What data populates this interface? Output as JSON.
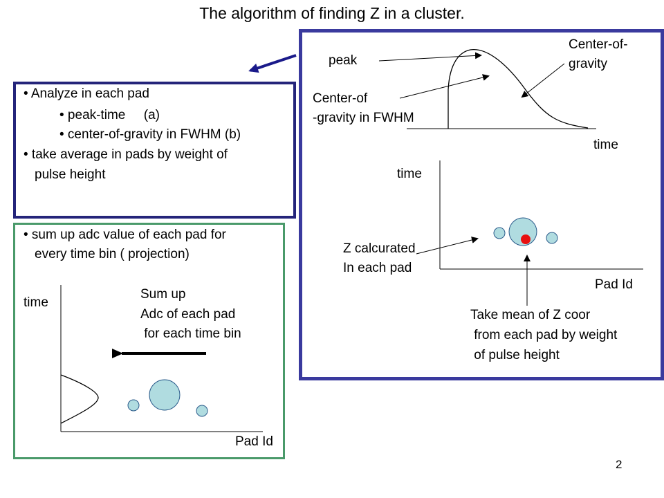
{
  "title": "The algorithm of finding Z in a cluster.",
  "page_number": "2",
  "analyze_box": {
    "line1": "• Analyze in each pad",
    "line2": "• peak-time     (a)",
    "line3": "• center-of-gravity in FWHM (b)",
    "line4": "• take average in pads by weight of",
    "line5": "pulse height"
  },
  "sum_box": {
    "line1": "• sum up adc value of each pad for",
    "line2": "every time bin ( projection)",
    "y_axis": "time",
    "x_axis": "Pad Id",
    "note1": "Sum up",
    "note2": "Adc of each pad",
    "note3": " for each time bin"
  },
  "algo_box": {
    "peak": "peak",
    "cog1": "Center-of-",
    "cog2": "gravity",
    "fwhm1": "Center-of",
    "fwhm2": "-gravity in FWHM",
    "time_axis1": "time",
    "time_axis2": "time",
    "pad_axis": "Pad Id",
    "z1": "Z calcurated",
    "z2": "In each pad",
    "mean1": "Take mean of Z coor",
    "mean2": " from each pad by weight",
    "mean3": " of pulse height"
  },
  "colors": {
    "circle_fill": "#b0dce0",
    "circle_stroke": "#2a5a8a",
    "dot": "#e81010",
    "box_blue": "#3a3a9e",
    "box_green": "#4a9a6a"
  }
}
